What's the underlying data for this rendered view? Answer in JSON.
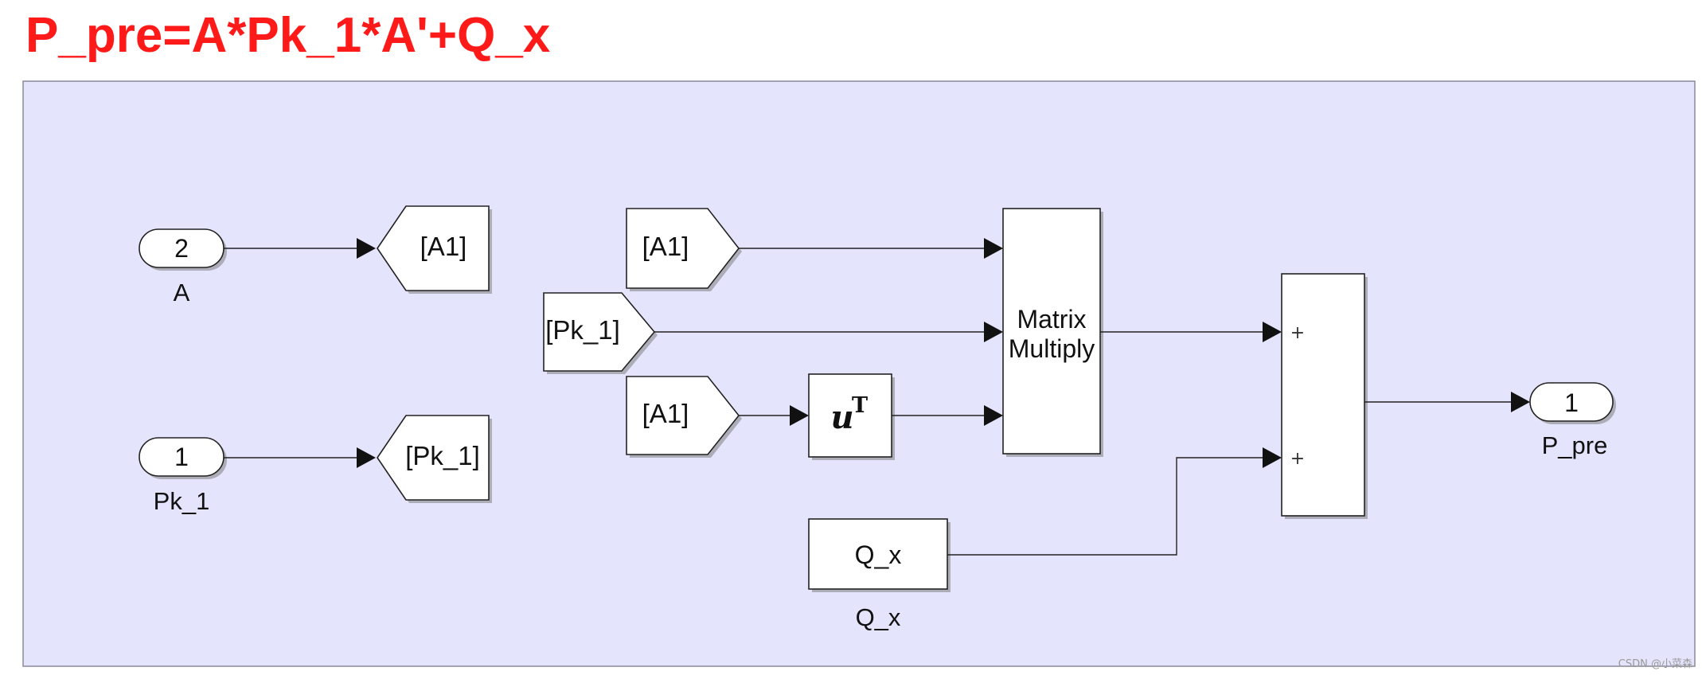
{
  "title": "P_pre=A*Pk_1*A'+Q_x",
  "watermark": "CSDN @小菜森",
  "colors": {
    "canvas": "#e4e4fc",
    "title": "#ff1a1a"
  },
  "blocks": {
    "inport_a": {
      "number": "2",
      "label": "A"
    },
    "inport_pk1": {
      "number": "1",
      "label": "Pk_1"
    },
    "goto_a1": {
      "text": "[A1]"
    },
    "goto_pk1": {
      "text": "[Pk_1]"
    },
    "from_a1_top": {
      "text": "[A1]"
    },
    "from_pk1": {
      "text": "[Pk_1]"
    },
    "from_a1_bottom": {
      "text": "[A1]"
    },
    "transpose": {
      "base": "u",
      "sup": "T"
    },
    "matrix_multiply": {
      "line1": "Matrix",
      "line2": "Multiply"
    },
    "sum": {
      "sign1": "+",
      "sign2": "+"
    },
    "constant_qx": {
      "text": "Q_x",
      "label": "Q_x"
    },
    "outport": {
      "number": "1",
      "label": "P_pre"
    }
  }
}
